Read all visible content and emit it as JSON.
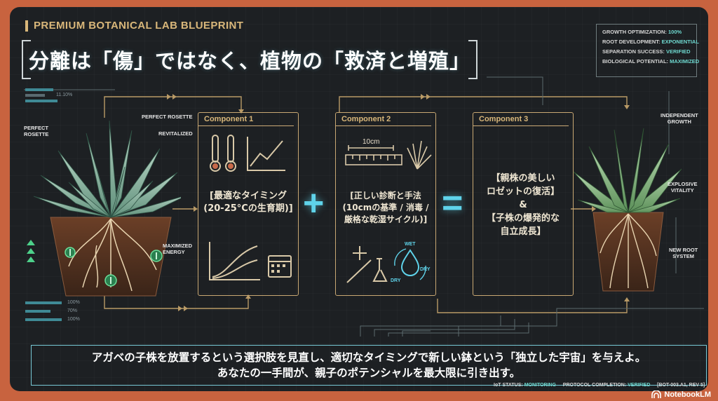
{
  "header": {
    "title": "PREMIUM BOTANICAL LAB BLUEPRINT",
    "headline": "分離は「傷」ではなく、植物の「救済と増殖」"
  },
  "status": {
    "items": [
      {
        "label": "GROWTH OPTIMIZATION: ",
        "value": "100%"
      },
      {
        "label": "ROOT DEVELOPMENT: ",
        "value": "EXPONENTIAL"
      },
      {
        "label": "SEPARATION SUCCESS: ",
        "value": "VERIFIED"
      },
      {
        "label": "BIOLOGICAL POTENTIAL: ",
        "value": "MAXIMIZED"
      }
    ]
  },
  "left_plant": {
    "labels": {
      "perfect_rosette_1": "PERFECT\nROSETTE",
      "perfect_rosette_2": "PERFECT ROSETTE",
      "revitalized": "REVITALIZED",
      "maximized_energy": "MAXIMIZED\nENERGY"
    },
    "meter_top": "11.10%",
    "meters": [
      "100%",
      "70%",
      "100%"
    ]
  },
  "components": [
    {
      "header": "Component 1",
      "text": "[最適なタイミング\n(20-25°Cの生育期)]"
    },
    {
      "header": "Component 2",
      "text": "[正しい診断と手法\n(10cmの基準 / 消毒 /\n厳格な乾湿サイクル)]",
      "ruler": "10cm",
      "wet": "WET",
      "dry": "DRY"
    },
    {
      "header": "Component 3",
      "text": "【親株の美しい\nロゼットの復活】\n&\n【子株の爆発的な\n自立成長】"
    }
  ],
  "operators": {
    "plus": "+",
    "equals": "="
  },
  "right_plant": {
    "labels": {
      "independent": "INDEPENDENT\nGROWTH",
      "explosive": "EXPLOSIVE\nVITALITY",
      "new_root": "NEW ROOT\nSYSTEM"
    }
  },
  "bottom": {
    "line1": "アガベの子株を放置するという選択肢を見直し、適切なタイミングで新しい鉢という「独立した宇宙」を与えよ。",
    "line2": "あなたの一手間が、親子のポテンシャルを最大限に引き出す。"
  },
  "footer": {
    "iot_label": "IoT STATUS: ",
    "iot_value": "MONITORING",
    "protocol_label": "PROTOCOL COMPLETION: ",
    "protocol_value": "VERIFIED",
    "code": "[BOT-003.A1, REV 5]"
  },
  "brand": {
    "logo": "NotebookLM",
    "accent": "#5fd3ea",
    "gold": "#c9a873"
  }
}
